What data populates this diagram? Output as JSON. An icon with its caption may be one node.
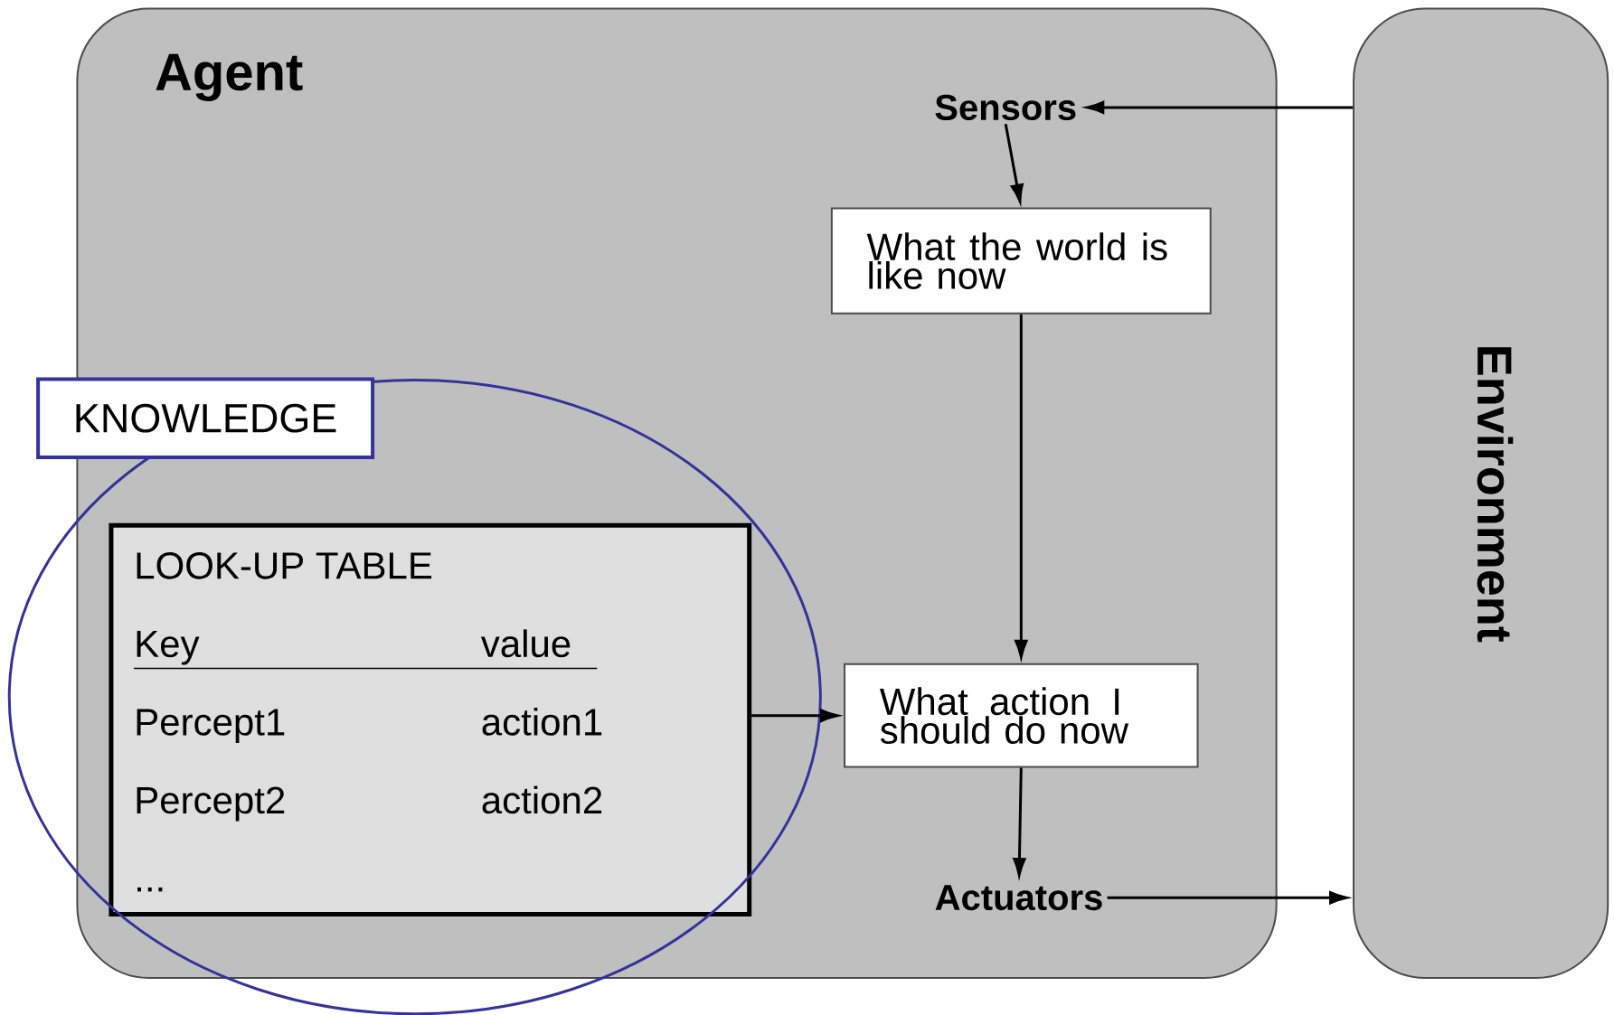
{
  "diagram": {
    "nodes": [
      {
        "text": [
          "Agent"
        ]
      },
      {
        "text": [
          "Environment"
        ]
      },
      {
        "text": [
          "Sensors"
        ],
        "in": 0
      },
      {
        "text": [
          "What the world is like now"
        ],
        "in": 0
      },
      {
        "text": [
          "What action I should do now"
        ],
        "in": 0
      },
      {
        "text": [
          "Actuators"
        ],
        "in": 0
      },
      {
        "text": [
          "KNOWLEDGE"
        ]
      },
      {
        "text": [],
        "shape": "ellipse"
      },
      {
        "text": [
          "LOOK-UP TABLE"
        ],
        "in": 7
      }
    ],
    "edges": [
      {
        "from": 1,
        "to": 2,
        "arrow": "to"
      },
      {
        "from": 2,
        "to": 3,
        "arrow": "to"
      },
      {
        "from": 3,
        "to": 4,
        "arrow": "to"
      },
      {
        "from": 4,
        "to": 5,
        "arrow": "to"
      },
      {
        "from": 5,
        "to": 1,
        "arrow": "to"
      },
      {
        "from": 8,
        "to": 4,
        "arrow": "to"
      }
    ],
    "labels": [
      "Key",
      "value",
      "Percept1",
      "action1",
      "Percept2",
      "action2",
      "..."
    ]
  }
}
